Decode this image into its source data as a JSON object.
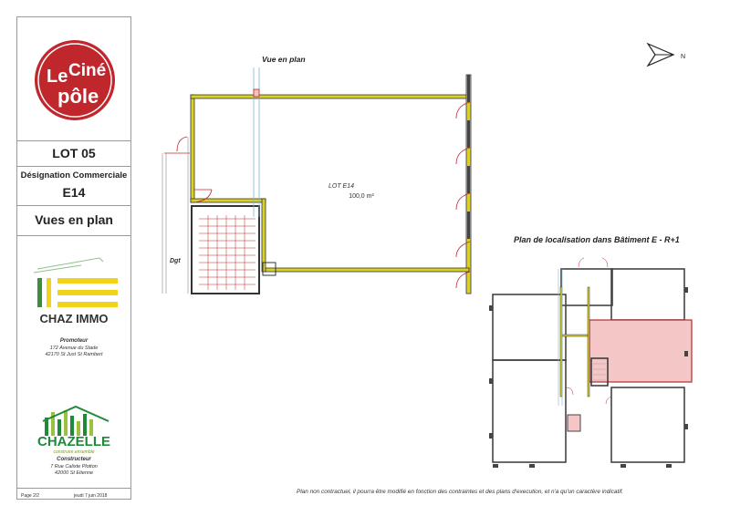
{
  "logo": {
    "line1": "Le",
    "line2": "Ciné",
    "line3": "pôle",
    "color": "#c0272d"
  },
  "lot": {
    "title": "LOT 05",
    "designation_label": "Désignation Commerciale",
    "designation_value": "E14",
    "view_title": "Vues en plan"
  },
  "promoteur": {
    "brand": "CHAZ IMMO",
    "title": "Promoteur",
    "address1": "172 Avenue du Stade",
    "address2": "42170 St Just St Rambert",
    "brand_color": "#f2d31b",
    "brand_green": "#3a8f3a"
  },
  "constructeur": {
    "brand": "CHAZELLE",
    "tagline": "construire ensemble",
    "title": "Constructeur",
    "address1": "7 Rue Calixte Plotton",
    "address2": "42000 St Etienne",
    "brand_color": "#1e8a3a"
  },
  "footer": {
    "page": "Page 2/2",
    "date": "jeudi 7 juin 2018"
  },
  "plan_main": {
    "view_label": "Vue en plan",
    "lot_label": "LOT E14",
    "area": "100,0 m²",
    "dgt_label": "Dgt",
    "wall_color": "#d9d02a"
  },
  "plan_small": {
    "title": "Plan de localisation dans Bâtiment E - R+1",
    "highlight_color": "#f4c6c6"
  },
  "compass": {
    "label": "N"
  },
  "disclaimer": "Plan non contractuel, il pourra être modifié en fonction des contraintes et des plans d'execution, et n'a qu'un caractère indicatif."
}
